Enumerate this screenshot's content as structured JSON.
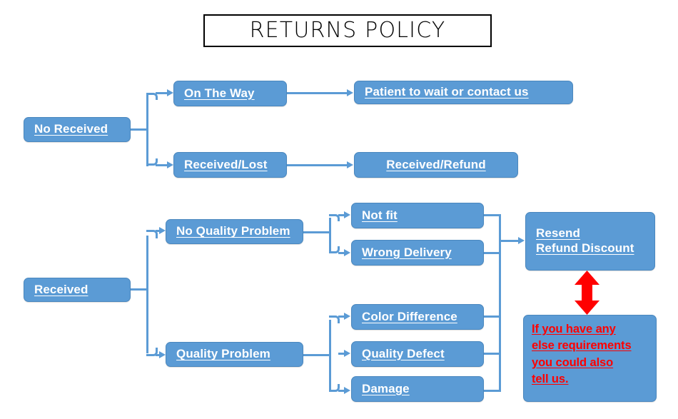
{
  "title": {
    "text": "RETURNS POLICY"
  },
  "colors": {
    "node_fill": "#5B9BD5",
    "node_border": "#4A87BE",
    "node_text": "#FFFFFF",
    "connector": "#5B9BD5",
    "note_text": "#FF0000",
    "red_arrow": "#FF0000",
    "title_border": "#000000",
    "background": "#FFFFFF"
  },
  "flow": {
    "branch_not_received": {
      "root": {
        "label": "No Received"
      },
      "children": [
        {
          "label": "On The Way",
          "outcome": {
            "label": "Patient to wait or contact us"
          }
        },
        {
          "label": "Received/Lost",
          "outcome": {
            "label": "Received/Refund"
          }
        }
      ]
    },
    "branch_received": {
      "root": {
        "label": "Received"
      },
      "children": [
        {
          "label": "No Quality Problem",
          "reasons": [
            {
              "label": "Not fit"
            },
            {
              "label": "Wrong Delivery"
            }
          ]
        },
        {
          "label": "Quality Problem",
          "reasons": [
            {
              "label": "Color Difference"
            },
            {
              "label": "Quality Defect"
            },
            {
              "label": "Damage"
            }
          ]
        }
      ],
      "resolution": {
        "label": "Resend\nRefund Discount"
      },
      "note": {
        "label": "If you have any\nelse requirements\nyou could also\ntell us."
      }
    }
  },
  "icons": {
    "red_double_arrow": "double-headed-vertical-arrow"
  }
}
